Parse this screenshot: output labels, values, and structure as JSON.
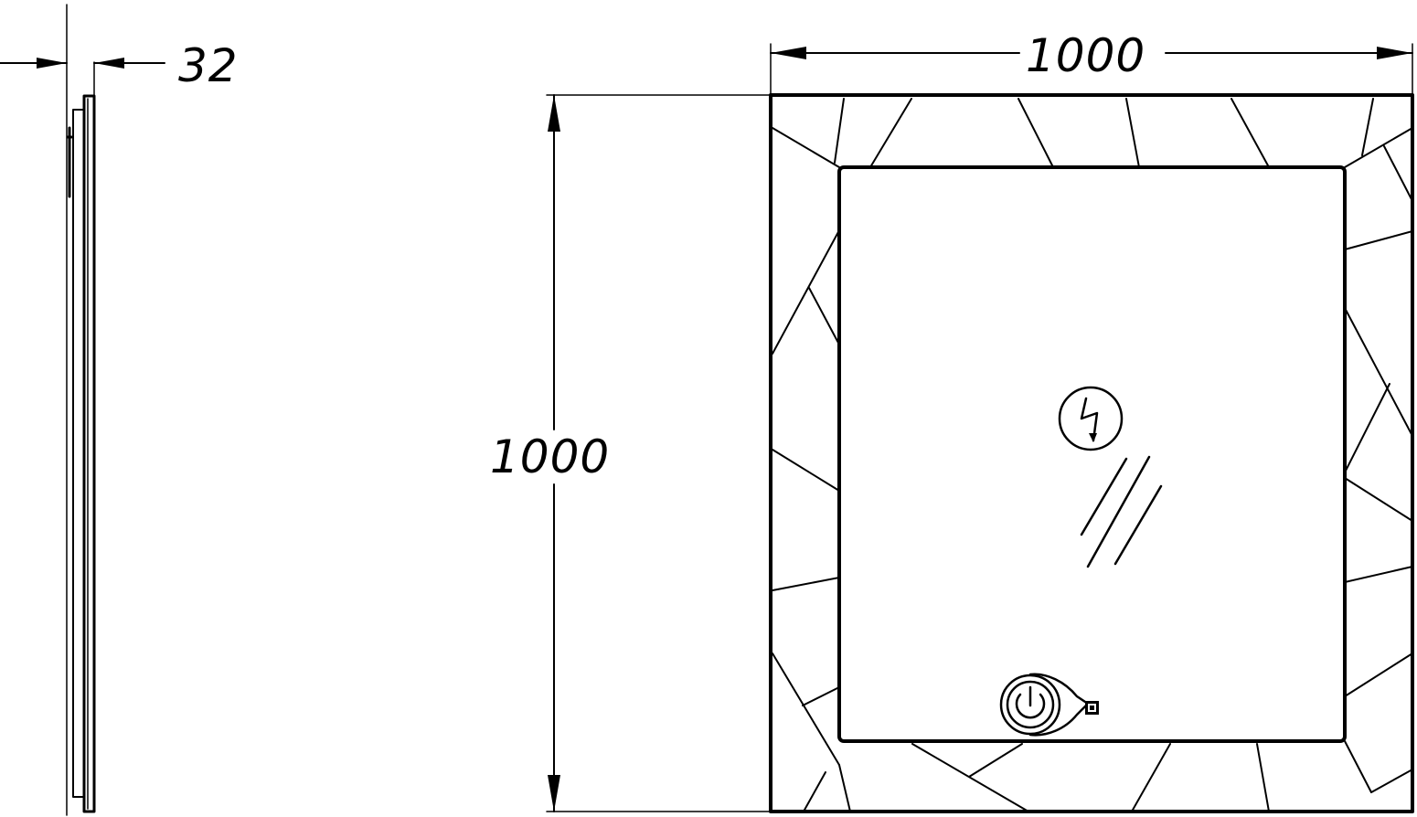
{
  "dimensions": {
    "depth": "32",
    "width": "1000",
    "height": "1000"
  },
  "icons": {
    "defog": "lightning-icon",
    "switch": "power-icon"
  },
  "colors": {
    "line": "#000000",
    "background": "#ffffff"
  }
}
